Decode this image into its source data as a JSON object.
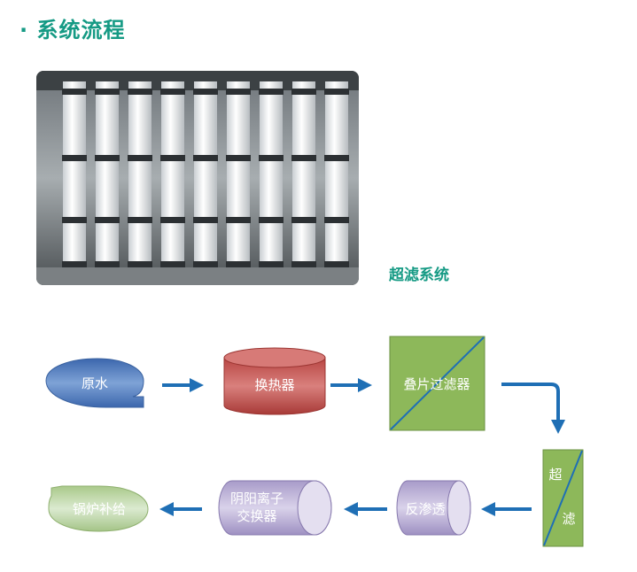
{
  "header": {
    "bullet": "·",
    "title": "系统流程"
  },
  "photo": {
    "caption": "超滤系统"
  },
  "flow": {
    "raw_water": "原水",
    "heat_exchanger": "换热器",
    "disc_filter": "叠片过滤器",
    "ultrafiltration": [
      "超",
      "滤"
    ],
    "reverse_osmosis": "反渗透",
    "ion_exchanger": [
      "阴阳离子",
      "交换器"
    ],
    "boiler_feed": "锅炉补给"
  },
  "colors": {
    "accent": "#159a84",
    "arrow": "#1f6fb5",
    "blue": "#4f7fc0",
    "red": "#c0504d",
    "green": "#8db85a",
    "purple": "#b3a6d1",
    "light_green": "#bcd6a0"
  }
}
